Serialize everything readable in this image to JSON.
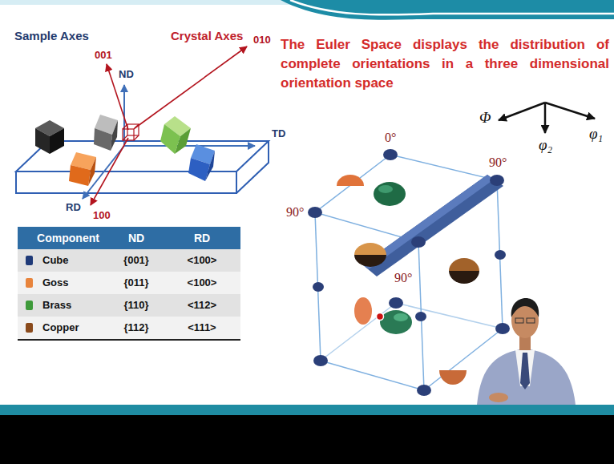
{
  "diagram": {
    "title": "The Euler Space displays the distribution of complete orientations in a three dimensional orientation space",
    "labels": [
      "Sample Axes",
      "Crystal Axes",
      "001",
      "ND",
      "010",
      "TD",
      "RD",
      "100",
      "Component",
      "ND",
      "RD",
      "{001}",
      "<100>",
      "{011}",
      "<100>",
      "{110}",
      "<112>",
      "{112}",
      "<111>",
      "Φ",
      "φ₁",
      "φ₂",
      "0°",
      "90°",
      "90°",
      "90°"
    ],
    "legend": [
      {
        "text": "Cube",
        "color": "#1f3a78"
      },
      {
        "text": "Goss",
        "color": "#e8843c"
      },
      {
        "text": "Brass",
        "color": "#3e9a3a"
      },
      {
        "text": "Copper",
        "color": "#8a4a1c"
      }
    ]
  }
}
